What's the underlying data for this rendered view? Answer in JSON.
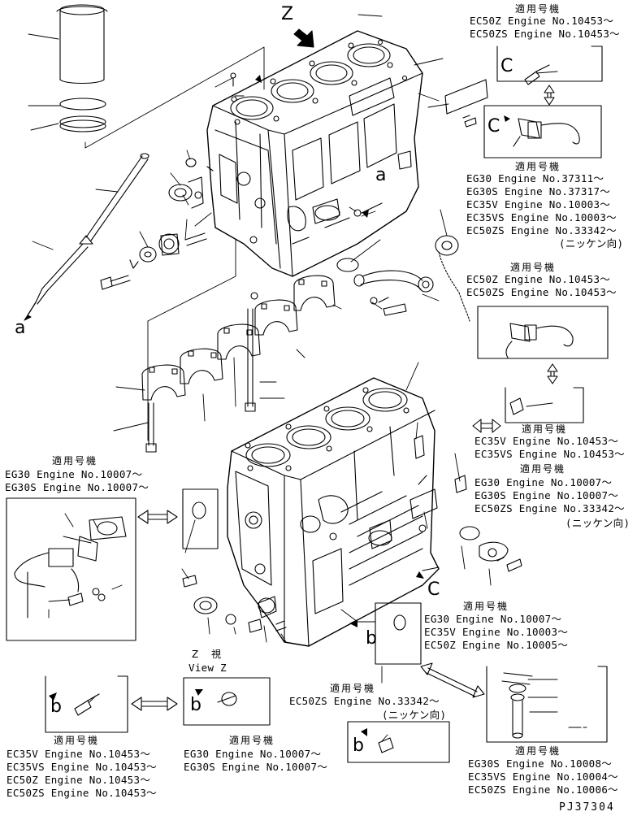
{
  "diagram": {
    "drawing_number": "PJ37304",
    "letters": {
      "z": "Z",
      "a": "a",
      "b": "b",
      "c": "C"
    },
    "view": {
      "jp": "Z 視",
      "en": "View Z"
    },
    "applicable_heading": "適用号機",
    "notes": {
      "top_right": [
        "EC50Z Engine No.10453～",
        "EC50ZS Engine No.10453～"
      ],
      "right_mid": [
        "EG30 Engine No.37311～",
        "EG30S Engine No.37317～",
        "EC35V Engine No.10003～",
        "EC35VS Engine No.10003～",
        "EC50ZS Engine No.33342～",
        "(ニッケン向)"
      ],
      "right_mid2": [
        "EC50Z Engine No.10453～",
        "EC50ZS Engine No.10453～"
      ],
      "right_lower": [
        "EC35V Engine No.10453～",
        "EC35VS Engine No.10453～"
      ],
      "right_lower2": [
        "EG30 Engine No.10007～",
        "EG30S Engine No.10007～",
        "EC50ZS Engine No.33342～",
        "(ニッケン向)"
      ],
      "left_mid": [
        "EG30 Engine No.10007～",
        "EG30S Engine No.10007～"
      ],
      "center_lower": [
        "EG30 Engine No.10007～",
        "EC35V Engine No.10003～",
        "EC50Z Engine No.10005～"
      ],
      "center_bottom": [
        "EC50ZS Engine No.33342～",
        "(ニッケン向)"
      ],
      "bottom_left": [
        "EC35V Engine No.10453～",
        "EC35VS Engine No.10453～",
        "EC50Z Engine No.10453～",
        "EC50ZS Engine No.10453～"
      ],
      "bottom_mid": [
        "EG30 Engine No.10007～",
        "EG30S Engine No.10007～"
      ],
      "bottom_right": [
        "EG30S Engine No.10008～",
        "EC35VS Engine No.10004～",
        "EC50ZS Engine No.10006～"
      ]
    }
  }
}
